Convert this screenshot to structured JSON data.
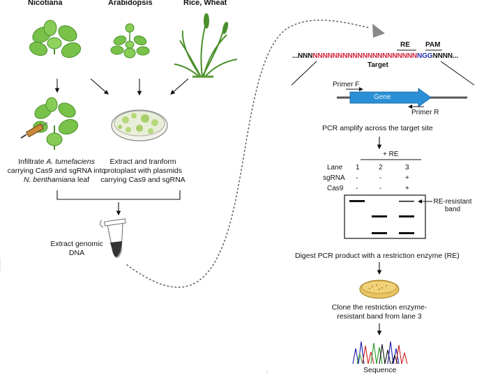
{
  "plants": {
    "nicotiana": "Nicotiana",
    "arabidopsis": "Arabidopsis",
    "rice_wheat": "Rice, Wheat"
  },
  "left_steps": {
    "infiltrate": {
      "line1_pre": "Infiltrate ",
      "line1_species": "A. tumefaciens",
      "line2": "carrying Cas9 and sgRNA into",
      "line3_species": "N. benthamiana",
      "line3_post": " leaf"
    },
    "protoplast": [
      "Extract and tranform",
      "protoplast with plasmids",
      "carrying Cas9 and sgRNA"
    ],
    "extract_dna": [
      "Extract genomic",
      "DNA"
    ]
  },
  "target": {
    "re_label": "RE",
    "pam_label": "PAM",
    "prefix": "...NNN",
    "red_seq": "NNNNNNNNNNNNNNNNNNNNN",
    "pam_seq": "NGG",
    "suffix": "NNNN...",
    "target_label": "Target",
    "gene_label": "Gene",
    "primer_f": "Primer F",
    "primer_r": "Primer R",
    "colors": {
      "red": "#d0223a",
      "pam": "#2233aa",
      "gene": "#2a8fd4"
    }
  },
  "steps": {
    "pcr": "PCR amplify across the target site",
    "digest": "Digest PCR product with a restriction enzyme (RE)",
    "clone": [
      "Clone the restriction enzyme-",
      "resistant band from lane 3"
    ],
    "sequence": "Sequence"
  },
  "gel": {
    "re_header": "+ RE",
    "row_labels": [
      "Lane",
      "sgRNA",
      "Cas9"
    ],
    "lanes": [
      {
        "lane": "1",
        "sgrna": "-",
        "cas9": "-"
      },
      {
        "lane": "2",
        "sgrna": "-",
        "cas9": "-"
      },
      {
        "lane": "3",
        "sgrna": "+",
        "cas9": "+"
      }
    ],
    "resistant_label": [
      "RE-resistant",
      "band"
    ]
  }
}
